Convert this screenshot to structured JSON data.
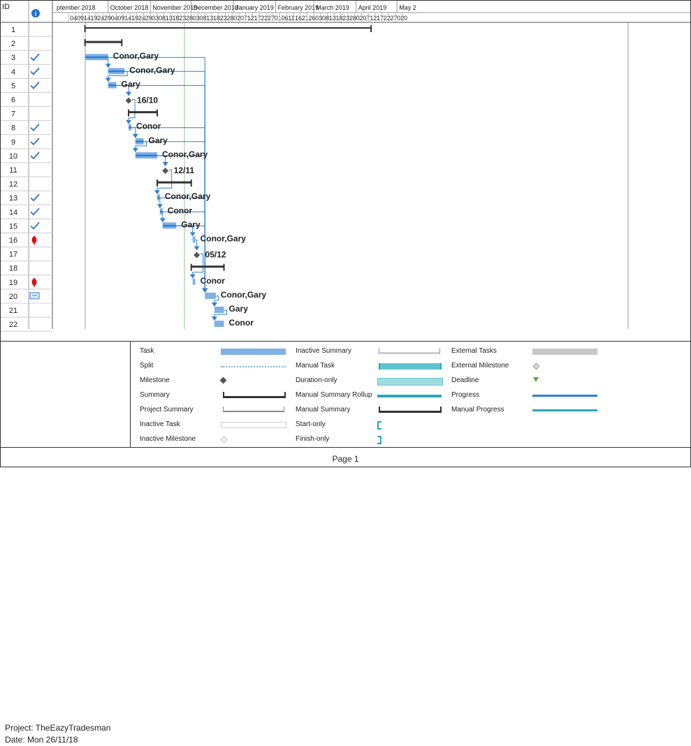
{
  "header": {
    "id_label": "ID",
    "info_icon": "info-icon"
  },
  "timeline": {
    "months": [
      "ptember 2018",
      "October 2018",
      "November 2018",
      "December 2018",
      "January 2019",
      "February 2019",
      "March 2019",
      "April 2019",
      "May 2"
    ],
    "days": [
      "04",
      "09",
      "14",
      "19",
      "24",
      "29",
      "04",
      "09",
      "14",
      "19",
      "24",
      "29",
      "03",
      "08",
      "13",
      "18",
      "23",
      "28",
      "03",
      "08",
      "13",
      "18",
      "23",
      "28",
      "02",
      "07",
      "12",
      "17",
      "22",
      "27",
      "01",
      "06",
      "11",
      "16",
      "21",
      "26",
      "03",
      "08",
      "13",
      "18",
      "23",
      "28",
      "02",
      "07",
      "12",
      "17",
      "22",
      "27",
      "02",
      "0"
    ]
  },
  "status_icons": {
    "done": "checkmark-icon",
    "red": "red-pin-icon",
    "cal": "calendar-icon"
  },
  "chart_data": {
    "type": "gantt",
    "title": "",
    "xlabel": "",
    "ylabel": "",
    "current_date": "2018-11-26",
    "tasks": [
      {
        "id": 1,
        "kind": "project-summary",
        "start": "2018-09-14",
        "end": "2019-04-12",
        "label": "",
        "status": ""
      },
      {
        "id": 2,
        "kind": "summary",
        "start": "2018-09-14",
        "end": "2018-10-11",
        "label": "",
        "status": ""
      },
      {
        "id": 3,
        "kind": "task",
        "start": "2018-09-14",
        "end": "2018-10-01",
        "label": "Conor,Gary",
        "status": "done"
      },
      {
        "id": 4,
        "kind": "task",
        "start": "2018-10-01",
        "end": "2018-10-13",
        "label": "Conor,Gary",
        "status": "done"
      },
      {
        "id": 5,
        "kind": "task",
        "start": "2018-10-01",
        "end": "2018-10-07",
        "label": "Gary",
        "status": "done"
      },
      {
        "id": 6,
        "kind": "milestone",
        "start": "2018-10-16",
        "end": "2018-10-16",
        "label": "16/10",
        "status": ""
      },
      {
        "id": 7,
        "kind": "summary",
        "start": "2018-10-16",
        "end": "2018-11-06",
        "label": "",
        "status": ""
      },
      {
        "id": 8,
        "kind": "task",
        "start": "2018-10-16",
        "end": "2018-10-18",
        "label": "Conor",
        "status": "done"
      },
      {
        "id": 9,
        "kind": "task",
        "start": "2018-10-21",
        "end": "2018-10-27",
        "label": "Gary",
        "status": "done"
      },
      {
        "id": 10,
        "kind": "task",
        "start": "2018-10-21",
        "end": "2018-11-06",
        "label": "Conor,Gary",
        "status": "done"
      },
      {
        "id": 11,
        "kind": "milestone",
        "start": "2018-11-12",
        "end": "2018-11-12",
        "label": "12/11",
        "status": ""
      },
      {
        "id": 12,
        "kind": "summary",
        "start": "2018-11-06",
        "end": "2018-12-01",
        "label": "",
        "status": ""
      },
      {
        "id": 13,
        "kind": "task",
        "start": "2018-11-06",
        "end": "2018-11-08",
        "label": "Conor,Gary",
        "status": "done"
      },
      {
        "id": 14,
        "kind": "task",
        "start": "2018-11-08",
        "end": "2018-11-10",
        "label": "Conor",
        "status": "done"
      },
      {
        "id": 15,
        "kind": "task",
        "start": "2018-11-10",
        "end": "2018-11-20",
        "label": "Gary",
        "status": "done"
      },
      {
        "id": 16,
        "kind": "task",
        "start": "2018-12-02",
        "end": "2018-12-04",
        "label": "Conor,Gary",
        "status": "red"
      },
      {
        "id": 17,
        "kind": "milestone",
        "start": "2018-12-05",
        "end": "2018-12-05",
        "label": "05/12",
        "status": ""
      },
      {
        "id": 18,
        "kind": "summary",
        "start": "2018-12-01",
        "end": "2018-12-25",
        "label": "",
        "status": ""
      },
      {
        "id": 19,
        "kind": "task",
        "start": "2018-12-02",
        "end": "2018-12-04",
        "label": "Conor",
        "status": "red"
      },
      {
        "id": 20,
        "kind": "task",
        "start": "2018-12-11",
        "end": "2018-12-19",
        "label": "Conor,Gary",
        "status": "cal"
      },
      {
        "id": 21,
        "kind": "task",
        "start": "2018-12-18",
        "end": "2018-12-25",
        "label": "Gary",
        "status": ""
      },
      {
        "id": 22,
        "kind": "task",
        "start": "2018-12-18",
        "end": "2018-12-25",
        "label": "Conor",
        "status": ""
      }
    ],
    "links": [
      [
        3,
        4
      ],
      [
        4,
        5
      ],
      [
        5,
        6
      ],
      [
        6,
        8
      ],
      [
        8,
        9
      ],
      [
        9,
        10
      ],
      [
        10,
        11
      ],
      [
        11,
        13
      ],
      [
        13,
        14
      ],
      [
        14,
        15
      ],
      [
        15,
        16
      ],
      [
        16,
        17
      ],
      [
        17,
        19
      ],
      [
        3,
        20
      ],
      [
        20,
        21
      ],
      [
        21,
        22
      ],
      [
        4,
        20
      ],
      [
        5,
        20
      ],
      [
        8,
        20
      ],
      [
        9,
        20
      ],
      [
        10,
        20
      ],
      [
        13,
        20
      ],
      [
        14,
        20
      ],
      [
        15,
        20
      ]
    ]
  },
  "project": {
    "name_line": "Project: TheEazyTradesman",
    "date_line": "Date: Mon 26/11/18"
  },
  "legend": {
    "col1": [
      "Task",
      "Split",
      "Milestone",
      "Summary",
      "Project Summary",
      "Inactive Task",
      "Inactive Milestone"
    ],
    "col2": [
      "Inactive Summary",
      "Manual Task",
      "Duration-only",
      "Manual Summary Rollup",
      "Manual Summary",
      "Start-only",
      "Finish-only"
    ],
    "col3": [
      "External Tasks",
      "External Milestone",
      "Deadline",
      "Progress",
      "Manual Progress"
    ]
  },
  "colors": {
    "task": "#7fb1e5",
    "task_dark": "#3f7fd0",
    "summary": "#333333",
    "milestone": "#555555",
    "today": "#9fd19f",
    "manual": "#5fc3cf",
    "progress": "#2f7fd6",
    "manual_progress": "#2aa6b8",
    "red": "#e01010",
    "deadline": "#5aa832"
  },
  "footer": {
    "page": "Page 1"
  }
}
